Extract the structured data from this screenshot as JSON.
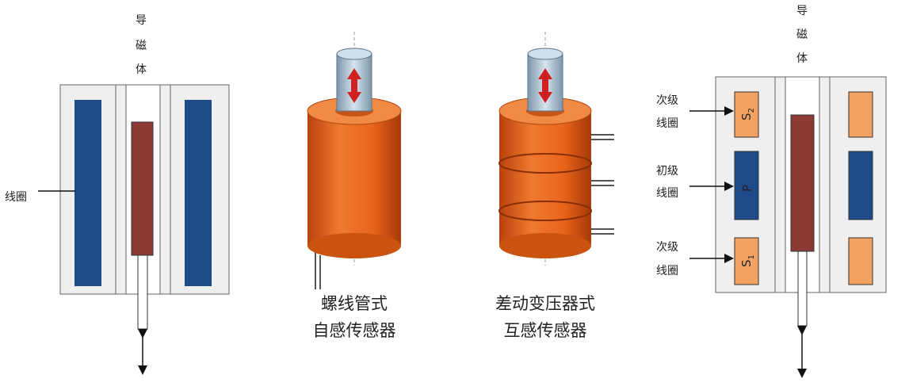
{
  "left_panel": {
    "core_label_chars": [
      "导",
      "磁",
      "体"
    ],
    "coil_label": "线圈"
  },
  "middle_left": {
    "caption_line1": "螺线管式",
    "caption_line2": "自感传感器"
  },
  "middle_right": {
    "caption_line1": "差动变压器式",
    "caption_line2": "互感传感器"
  },
  "right_panel": {
    "core_label_chars": [
      "导",
      "磁",
      "体"
    ],
    "secondary_top": {
      "line1": "次级",
      "line2": "线圈",
      "coil_text": "S",
      "coil_sub": "2"
    },
    "primary": {
      "line1": "初级",
      "line2": "线圈",
      "coil_text": "P"
    },
    "secondary_bottom": {
      "line1": "次级",
      "line2": "线圈",
      "coil_text": "S",
      "coil_sub": "1"
    }
  },
  "colors": {
    "housing": "#efefef",
    "coil_blue": "#1f4a8a",
    "core_red": "#8b3a34",
    "secondary_orange": "#f4a261",
    "cylinder_orange": "#e8641c",
    "rod_steel": "#9fb8c8",
    "arrow_red": "#d22020"
  }
}
